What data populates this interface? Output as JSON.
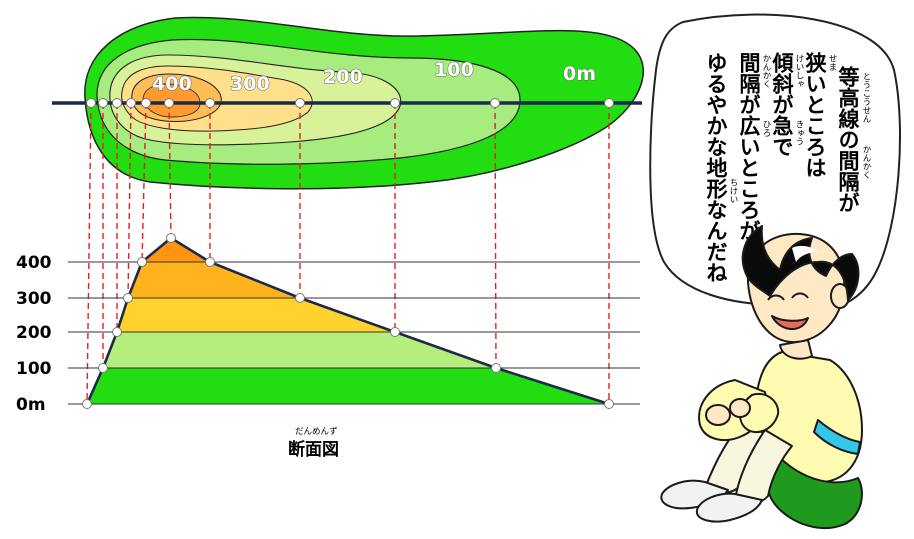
{
  "contour_map": {
    "labels": [
      "400",
      "300",
      "200",
      "100",
      "0m"
    ],
    "colors": [
      "#22dd11",
      "#a6ec7e",
      "#d8f29a",
      "#ffe08a",
      "#ffbe55",
      "#ff9a2e",
      "#ff7a10"
    ]
  },
  "cross_section": {
    "axis_labels": [
      "400",
      "300",
      "200",
      "100",
      "0m"
    ],
    "caption": "断面図",
    "caption_ruby": "だんめんず",
    "band_colors": [
      "#22dd11",
      "#b6ee7e",
      "#ffd22e",
      "#ffb41e",
      "#ff9410",
      "#ff7010"
    ]
  },
  "speech_bubble": {
    "columns": [
      "等高線の間隔が",
      "狭いところは",
      "傾斜が急で",
      "間隔が広いところが",
      "ゆるやかな地形なんだね"
    ],
    "rubies": [
      "とうこうせん",
      "かんかく",
      "せま",
      "けいしゃ",
      "きゅう",
      "かんかく",
      "ひろ",
      "ちけい"
    ]
  },
  "character": {
    "name": "boy-character"
  }
}
